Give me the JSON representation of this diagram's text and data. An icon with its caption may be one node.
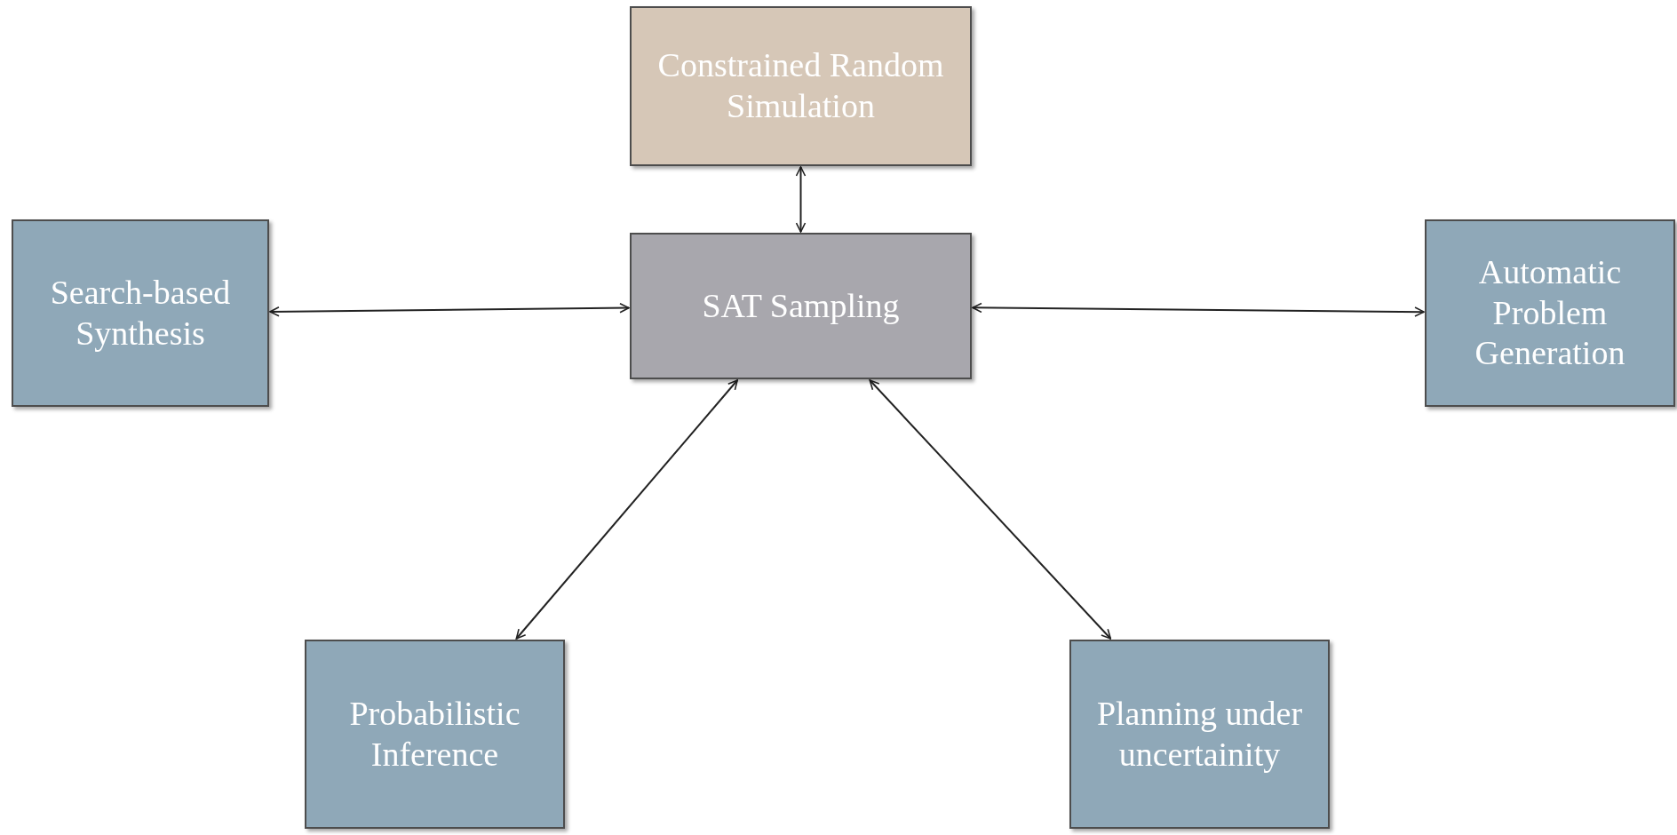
{
  "diagram": {
    "nodes": [
      {
        "text": [
          "Constrained Random Simulation"
        ]
      },
      {
        "text": [
          "Search-based Synthesis"
        ]
      },
      {
        "text": [
          "SAT Sampling"
        ]
      },
      {
        "text": [
          "Automatic Problem Generation"
        ]
      },
      {
        "text": [
          "Probabilistic Inference"
        ]
      },
      {
        "text": [
          "Planning under uncertainity"
        ]
      }
    ],
    "edges": [
      {
        "from": 2,
        "to": 0,
        "arrow": "both"
      },
      {
        "from": 2,
        "to": 1,
        "arrow": "both"
      },
      {
        "from": 2,
        "to": 3,
        "arrow": "both"
      },
      {
        "from": 2,
        "to": 4,
        "arrow": "both"
      },
      {
        "from": 2,
        "to": 5,
        "arrow": "both"
      }
    ]
  }
}
